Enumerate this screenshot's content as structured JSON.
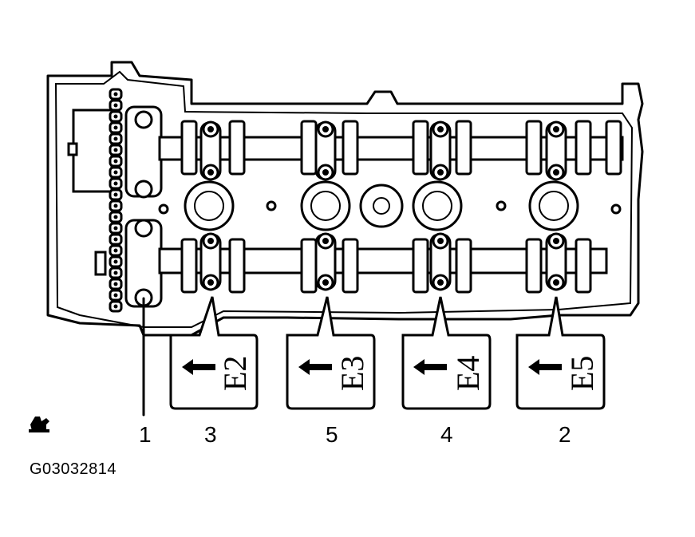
{
  "diagram": {
    "reference_code": "G03032814",
    "icon": "oil-can-icon",
    "sequence_labels": [
      {
        "id": "seq-1",
        "text": "1"
      },
      {
        "id": "seq-3",
        "text": "3"
      },
      {
        "id": "seq-5",
        "text": "5"
      },
      {
        "id": "seq-4",
        "text": "4"
      },
      {
        "id": "seq-2",
        "text": "2"
      }
    ],
    "bearing_caps": [
      {
        "id": "cap-e2",
        "text": "E2"
      },
      {
        "id": "cap-e3",
        "text": "E3"
      },
      {
        "id": "cap-e4",
        "text": "E4"
      },
      {
        "id": "cap-e5",
        "text": "E5"
      }
    ]
  }
}
